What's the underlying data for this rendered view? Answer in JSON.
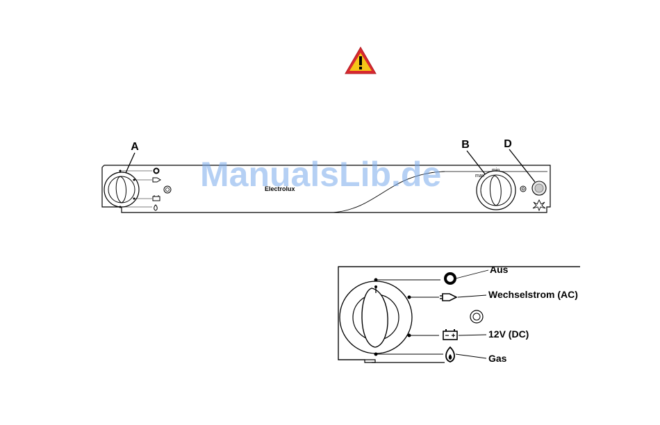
{
  "callouts": {
    "a": "A",
    "b": "B",
    "d": "D"
  },
  "panel": {
    "brand": "Electrolux",
    "max_label": "max",
    "min_label": "min"
  },
  "legend": {
    "off": "Aus",
    "ac": "Wechselstrom (AC)",
    "dc": "12V (DC)",
    "gas": "Gas"
  },
  "watermark": "ManualsLib.de",
  "icons": {
    "warning": "warning-triangle-icon",
    "off": "ring-off-icon",
    "ac": "plug-icon",
    "dc": "battery-icon",
    "gas": "flame-icon",
    "spark": "spark-icon"
  },
  "colors": {
    "warning_fill": "#f5c518",
    "warning_border": "#d9282f",
    "watermark": "#78aaeb"
  }
}
